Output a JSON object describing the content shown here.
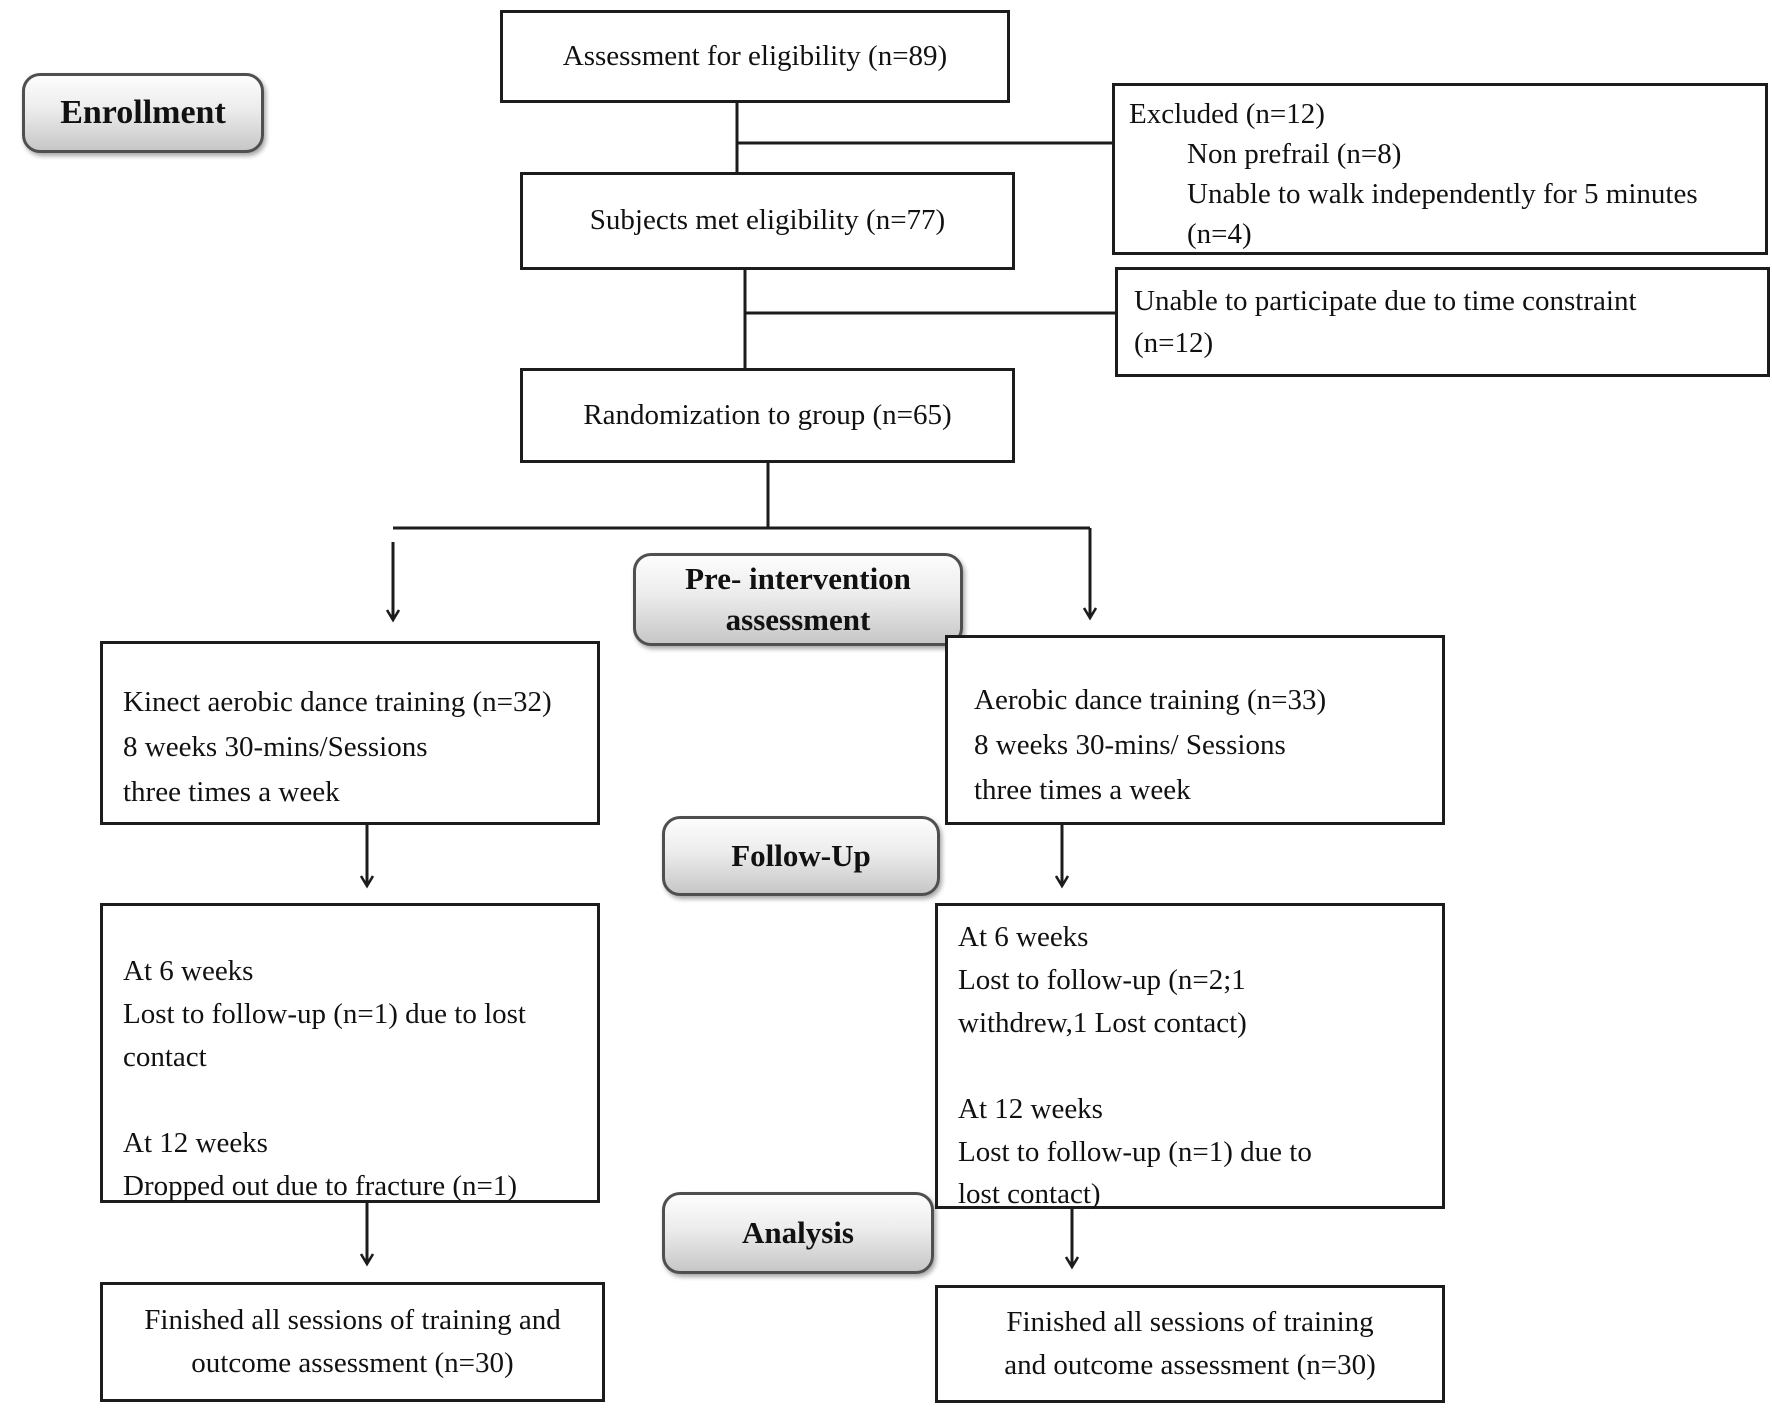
{
  "diagram": {
    "stages": {
      "enrollment": "Enrollment",
      "pre_intervention": [
        "Pre- intervention",
        "assessment"
      ],
      "follow_up": "Follow-Up",
      "analysis": "Analysis"
    },
    "boxes": {
      "assessment": "Assessment for eligibility (n=89)",
      "excluded_title": "Excluded (n=12)",
      "excluded_reasons": [
        "Non prefrail (n=8)",
        "Unable to walk independently for 5 minutes",
        "(n=4)"
      ],
      "eligibility": "Subjects met eligibility (n=77)",
      "time_constraint": [
        "Unable to participate due to time constraint",
        "(n=12)"
      ],
      "randomization": "Randomization to group (n=65)",
      "kinect_group": [
        "Kinect aerobic dance training (n=32)",
        "8 weeks 30-mins/Sessions",
        "three times a week"
      ],
      "aerobic_group": [
        "Aerobic dance training (n=33)",
        "8 weeks 30-mins/ Sessions",
        "three times a week"
      ],
      "kinect_followup": [
        "At 6 weeks",
        "Lost to follow-up (n=1) due to lost",
        "contact",
        "",
        "At 12 weeks",
        "Dropped out due to fracture (n=1)"
      ],
      "aerobic_followup": [
        "At 6 weeks",
        "Lost to follow-up (n=2;1",
        "withdrew,1 Lost contact)",
        "",
        "At 12 weeks",
        "Lost to follow-up (n=1) due to",
        "lost contact)"
      ],
      "kinect_analysis": [
        "Finished all sessions of training and",
        "outcome assessment (n=30)"
      ],
      "aerobic_analysis": [
        "Finished all sessions of training",
        "and outcome assessment (n=30)"
      ]
    },
    "colors": {
      "background": "#ffffff",
      "box_border": "#1c1c1c",
      "line": "#1c1c1c",
      "text": "#111111",
      "pill_border": "#4f4f4f",
      "pill_fill_top": "#fdfdfd",
      "pill_fill_bottom": "#c7c7c7"
    }
  }
}
